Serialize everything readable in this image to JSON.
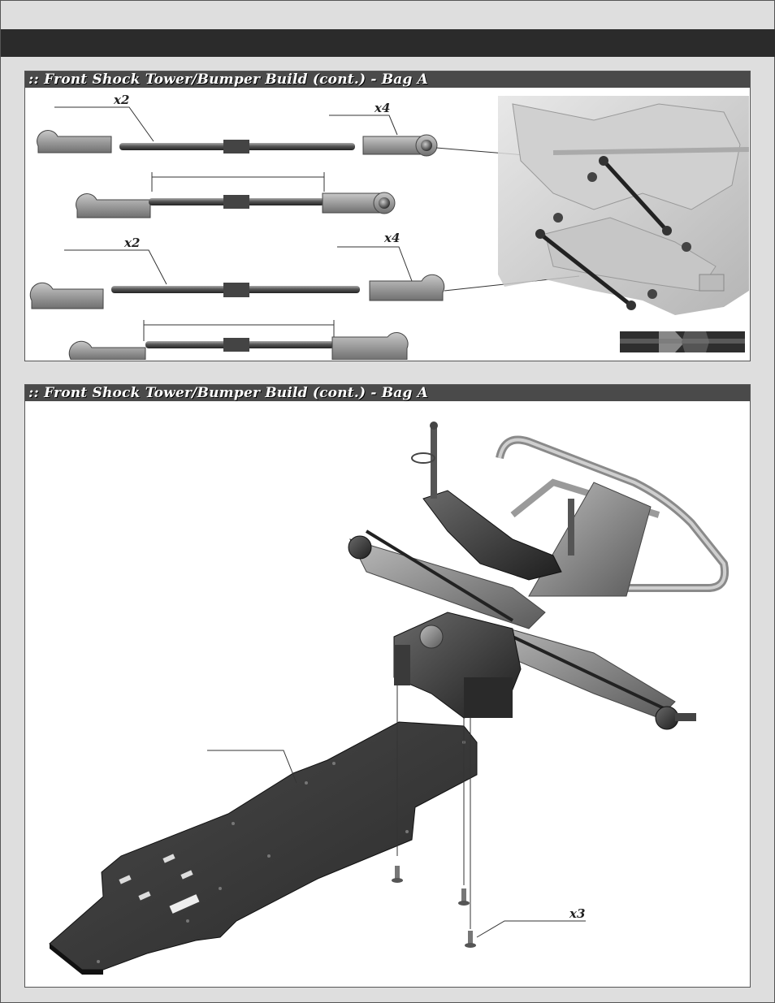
{
  "steps": [
    {
      "title": ":: Front Shock Tower/Bumper  Build (cont.) - Bag A",
      "callouts": [
        "x2",
        "x4",
        "x2",
        "x4"
      ]
    },
    {
      "title": ":: Front Shock Tower/Bumper  Build (cont.) - Bag A",
      "callouts": [
        "x3"
      ]
    }
  ]
}
